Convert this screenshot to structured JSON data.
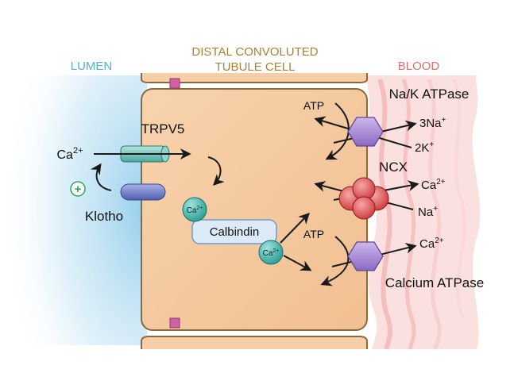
{
  "regions": {
    "lumen": "LUMEN",
    "cell_line1": "DISTAL CONVOLUTED",
    "cell_line2": "TUBULE CELL",
    "blood": "BLOOD"
  },
  "labels": {
    "trpv5": "TRPV5",
    "klotho": "Klotho",
    "calbindin": "Calbindin",
    "ca_lumen_base": "Ca",
    "ca_lumen_sup": "2+",
    "ca_bead_base": "Ca",
    "ca_bead_sup": "2+",
    "plus_sign": "+",
    "nak_atpase": "Na/K ATPase",
    "atp_top": "ATP",
    "three_na_base": "3Na",
    "three_na_sup": "+",
    "two_k_base": "2K",
    "two_k_sup": "+",
    "ncx": "NCX",
    "ncx_ca_base": "Ca",
    "ncx_ca_sup": "2+",
    "ncx_na_base": "Na",
    "ncx_na_sup": "+",
    "atp_bottom": "ATP",
    "pmca_ca_base": "Ca",
    "pmca_ca_sup": "2+",
    "calcium_atpase": "Calcium ATPase"
  },
  "colors": {
    "lumen_text": "#5aaed0",
    "cell_text": "#a8813a",
    "blood_text": "#e07070",
    "cell_fill": "#f4c9a0",
    "cell_border": "#8a6a3c",
    "lumen_blue": "#9fd3ee",
    "blood_pink": "#f7c1c1",
    "trpv5_green": "#7cc7bf",
    "klotho_blue": "#6f7fc4",
    "calbindin_fill": "#dceaf8",
    "ca_bead": "#3fb7b0",
    "pump_purple": "#a88bd3",
    "ncx_red": "#e0484a",
    "junction_pink": "#d35fa6",
    "plus_green": "#27a95a"
  }
}
